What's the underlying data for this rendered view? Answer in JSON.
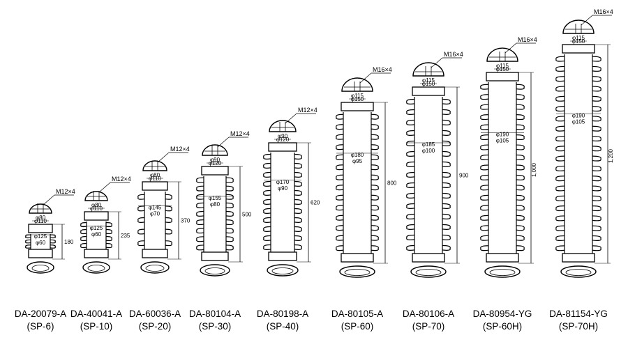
{
  "insulators": [
    {
      "model": "DA-20079-A",
      "series": "(SP-6)",
      "thread": "M12×4",
      "top_dia": "φ80",
      "dims": [
        "φ110",
        "φ125",
        "φ60"
      ],
      "height": "180",
      "sheds": 3
    },
    {
      "model": "DA-40041-A",
      "series": "(SP-10)",
      "thread": "M12×4",
      "top_dia": "φ80",
      "dims": [
        "φ110",
        "φ125",
        "φ60"
      ],
      "height": "235",
      "sheds": 4
    },
    {
      "model": "DA-60036-A",
      "series": "(SP-20)",
      "thread": "M12×4",
      "top_dia": "φ80",
      "dims": [
        "φ110",
        "φ145",
        "φ70"
      ],
      "height": "370",
      "sheds": 5
    },
    {
      "model": "DA-80104-A",
      "series": "(SP-30)",
      "thread": "M12×4",
      "top_dia": "φ90",
      "dims": [
        "φ120",
        "φ155",
        "φ80"
      ],
      "height": "500",
      "sheds": 9
    },
    {
      "model": "DA-80198-A",
      "series": "(SP-40)",
      "thread": "M12×4",
      "top_dia": "φ90",
      "dims": [
        "φ120",
        "φ170",
        "φ90"
      ],
      "height": "620",
      "sheds": 11
    },
    {
      "model": "DA-80105-A",
      "series": "(SP-60)",
      "thread": "M16×4",
      "top_dia": "φ115",
      "dims": [
        "φ150",
        "φ180",
        "φ95"
      ],
      "height": "800",
      "sheds": 14
    },
    {
      "model": "DA-80106-A",
      "series": "(SP-70)",
      "thread": "M16×4",
      "top_dia": "φ115",
      "dims": [
        "φ150",
        "φ185",
        "φ100"
      ],
      "height": "900",
      "sheds": 15
    },
    {
      "model": "DA-80954-YG",
      "series": "(SP-60H)",
      "thread": "M16×4",
      "top_dia": "φ115",
      "dims": [
        "φ150",
        "φ190",
        "φ105"
      ],
      "height": "1,000",
      "sheds": 17
    },
    {
      "model": "DA-81154-YG",
      "series": "(SP-70H)",
      "thread": "M16×4",
      "top_dia": "φ115",
      "dims": [
        "φ150",
        "φ190",
        "φ105"
      ],
      "height": "1,200",
      "sheds": 20
    }
  ]
}
